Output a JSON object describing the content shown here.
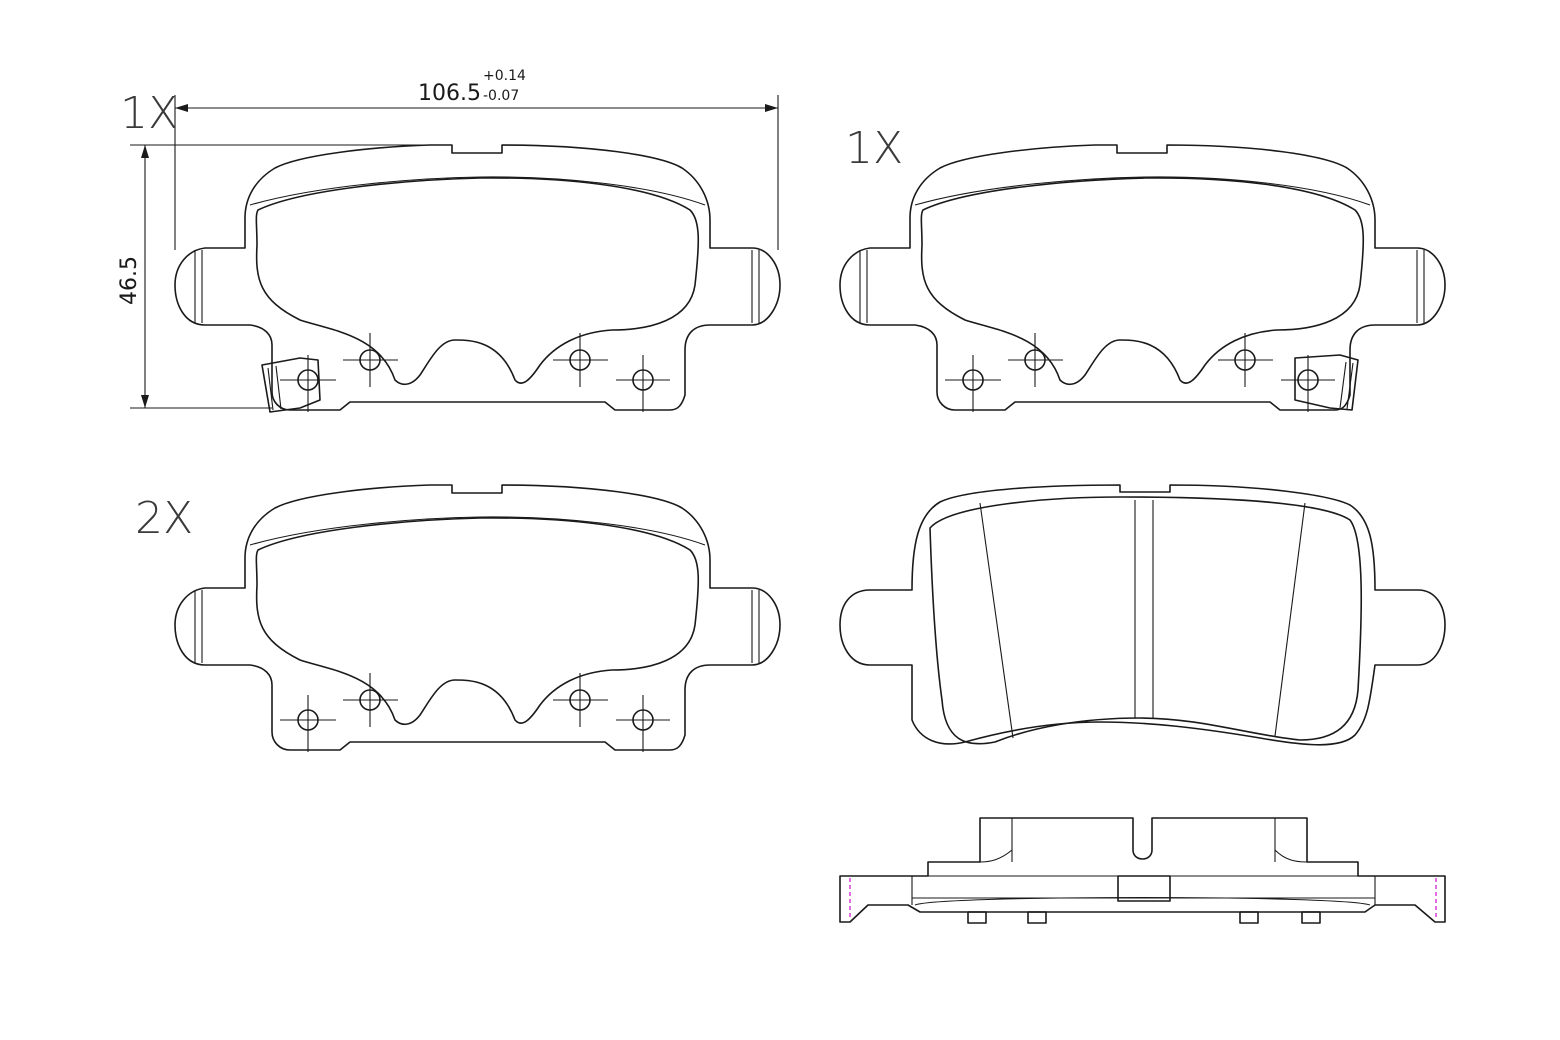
{
  "labels": {
    "qty_top_left": "1X",
    "qty_top_right": "1X",
    "qty_middle_left": "2X"
  },
  "dimensions": {
    "width_nominal": "106.5",
    "width_tol_plus": "+0.14",
    "width_tol_minus": "-0.07",
    "height": "46.5"
  },
  "colors": {
    "line": "#1a1a1a",
    "marker": "#d21fd2"
  }
}
